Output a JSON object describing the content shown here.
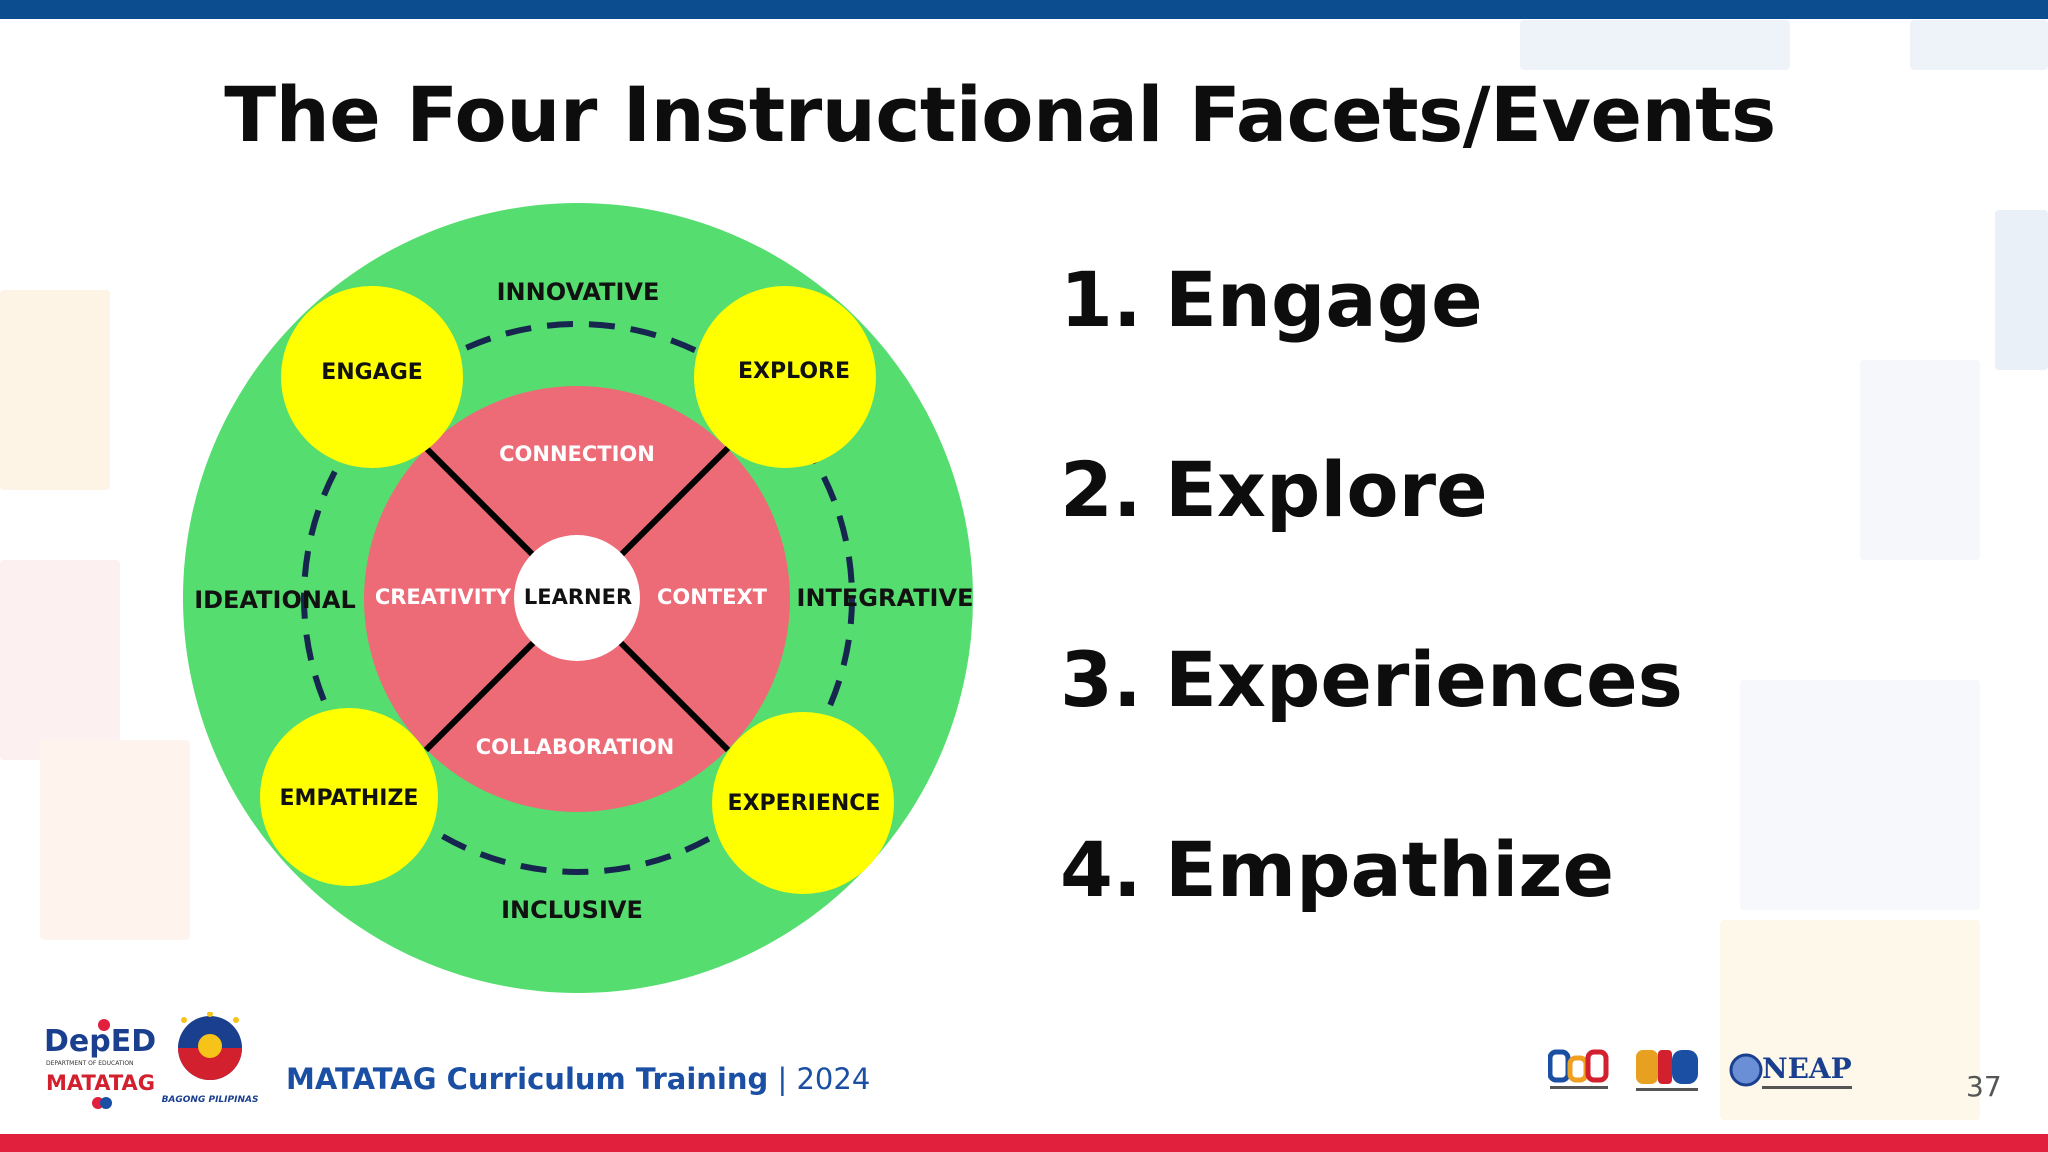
{
  "slide": {
    "title": "The Four Instructional Facets/Events",
    "page_number": "37"
  },
  "diagram": {
    "center": "LEARNER",
    "inner_sectors": {
      "top": "CONNECTION",
      "left": "CREATIVITY",
      "right": "CONTEXT",
      "bottom": "COLLABORATION"
    },
    "outer_ring": {
      "top": "INNOVATIVE",
      "left": "IDEATIONAL",
      "right": "INTEGRATIVE",
      "bottom": "INCLUSIVE"
    },
    "events": {
      "top_left": "ENGAGE",
      "top_right": "EXPLORE",
      "bottom_left": "EMPATHIZE",
      "bottom_right": "EXPERIENCE"
    },
    "colors": {
      "outer": "#55dd6f",
      "inner": "#ec6b76",
      "events": "#ffff00",
      "center": "#ffffff",
      "dash": "#16264f"
    }
  },
  "list": [
    {
      "num": "1.",
      "label": "Engage"
    },
    {
      "num": "2.",
      "label": "Explore"
    },
    {
      "num": "3.",
      "label": "Experiences"
    },
    {
      "num": "4.",
      "label": "Empathize"
    }
  ],
  "footer": {
    "program": "MATATAG Curriculum Training",
    "separator": " | ",
    "year": "2024",
    "logos": {
      "deped_line1": "DepED",
      "deped_line2": "DEPARTMENT OF EDUCATION",
      "deped_line3": "MATATAG",
      "bagong": "BAGONG PILIPINAS",
      "btd": "btd",
      "bld": "BLD",
      "neap": "NEAP"
    }
  },
  "colors": {
    "top_bar": "#0b4d8f",
    "bottom_bar": "#e0203c",
    "footer_text": "#1a4fa3"
  }
}
